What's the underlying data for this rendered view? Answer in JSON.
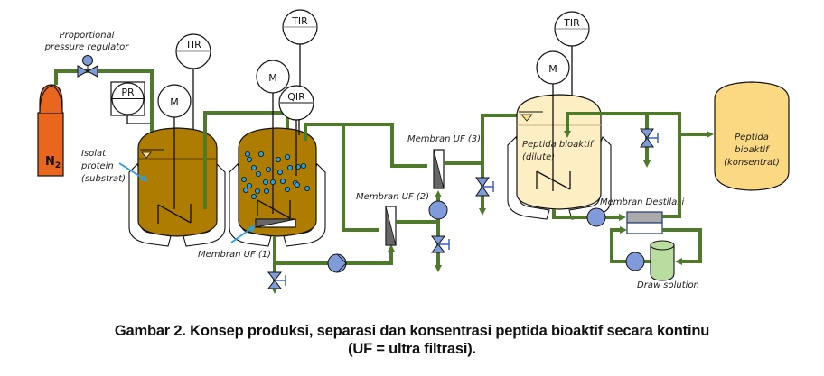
{
  "diagram": {
    "labels": {
      "regulator": [
        "Proportional",
        "pressure regulator"
      ],
      "gas": "N",
      "gas_sub": "2",
      "substrate": [
        "Isolat",
        "protein",
        "(substrat)"
      ],
      "uf1": "Membran UF (1)",
      "uf2": "Membran UF (2)",
      "uf3": "Membran UF (3)",
      "dilute": [
        "Peptida bioaktif",
        "(dilute)"
      ],
      "distillation": "Membran Destilasi",
      "draw": "Draw solution",
      "concentrate": [
        "Peptida",
        "bioaktif",
        "(konsentrat)"
      ]
    },
    "instruments": {
      "pr": "PR",
      "tir1": "TIR",
      "m1": "M",
      "tir2": "TIR",
      "m2": "M",
      "qir": "QIR",
      "tir3": "TIR",
      "m3": "M"
    },
    "colors": {
      "pipe": "#4e7a2a",
      "reactor_fill": "#ae7d00",
      "dilute_fill": "#fdefc3",
      "concentrate_fill": "#fbd983",
      "gas_cylinder": "#e8661e",
      "valve": "#7f9bd9",
      "particle": "#2aa0e0",
      "draw_solution": "#b9dca0"
    }
  },
  "caption": {
    "line1": "Gambar 2. Konsep produksi, separasi dan konsentrasi peptida bioaktif secara kontinu",
    "line2": "(UF = ultra filtrasi)."
  }
}
